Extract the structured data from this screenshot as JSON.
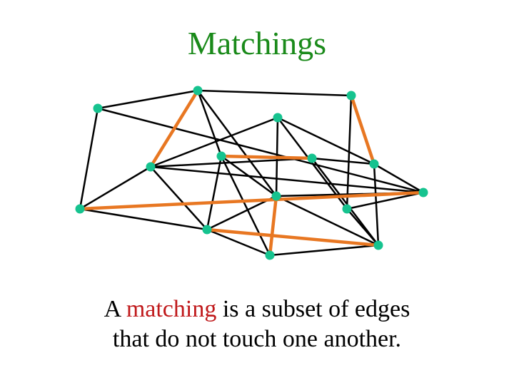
{
  "slide": {
    "title": "Matchings",
    "caption": {
      "prefix": "A ",
      "highlight": "matching",
      "suffix_line1": " is a subset of edges",
      "line2": "that do not touch one another."
    }
  },
  "colors": {
    "title": "#1a8a1a",
    "highlight_text": "#c0191b",
    "node": "#16c38f",
    "edge": "#000000",
    "matched_edge": "#e87722"
  },
  "graph": {
    "node_ids": [
      "n1",
      "n2",
      "n3",
      "n4",
      "n5",
      "n6",
      "n7",
      "n8",
      "n9",
      "n10",
      "n11",
      "n12",
      "n13",
      "n14",
      "n15"
    ],
    "edges": [
      [
        "n1",
        "n2"
      ],
      [
        "n1",
        "n4"
      ],
      [
        "n1",
        "n12"
      ],
      [
        "n2",
        "n3"
      ],
      [
        "n2",
        "n5"
      ],
      [
        "n2",
        "n7"
      ],
      [
        "n2",
        "n11"
      ],
      [
        "n3",
        "n10"
      ],
      [
        "n3",
        "n14"
      ],
      [
        "n4",
        "n5"
      ],
      [
        "n4",
        "n9"
      ],
      [
        "n5",
        "n6"
      ],
      [
        "n5",
        "n8"
      ],
      [
        "n5",
        "n9"
      ],
      [
        "n5",
        "n12"
      ],
      [
        "n6",
        "n10"
      ],
      [
        "n6",
        "n14"
      ],
      [
        "n6",
        "n11"
      ],
      [
        "n7",
        "n11"
      ],
      [
        "n7",
        "n9"
      ],
      [
        "n7",
        "n8"
      ],
      [
        "n7",
        "n13"
      ],
      [
        "n8",
        "n10"
      ],
      [
        "n8",
        "n15"
      ],
      [
        "n9",
        "n11"
      ],
      [
        "n9",
        "n13"
      ],
      [
        "n10",
        "n12"
      ],
      [
        "n10",
        "n15"
      ],
      [
        "n11",
        "n12"
      ],
      [
        "n11",
        "n15"
      ],
      [
        "n12",
        "n14"
      ],
      [
        "n13",
        "n15"
      ],
      [
        "n14",
        "n15"
      ]
    ],
    "matched_edges": [
      [
        "n4",
        "n12"
      ],
      [
        "n2",
        "n5"
      ],
      [
        "n7",
        "n8"
      ],
      [
        "n3",
        "n10"
      ],
      [
        "n9",
        "n15"
      ],
      [
        "n11",
        "n13"
      ]
    ]
  }
}
